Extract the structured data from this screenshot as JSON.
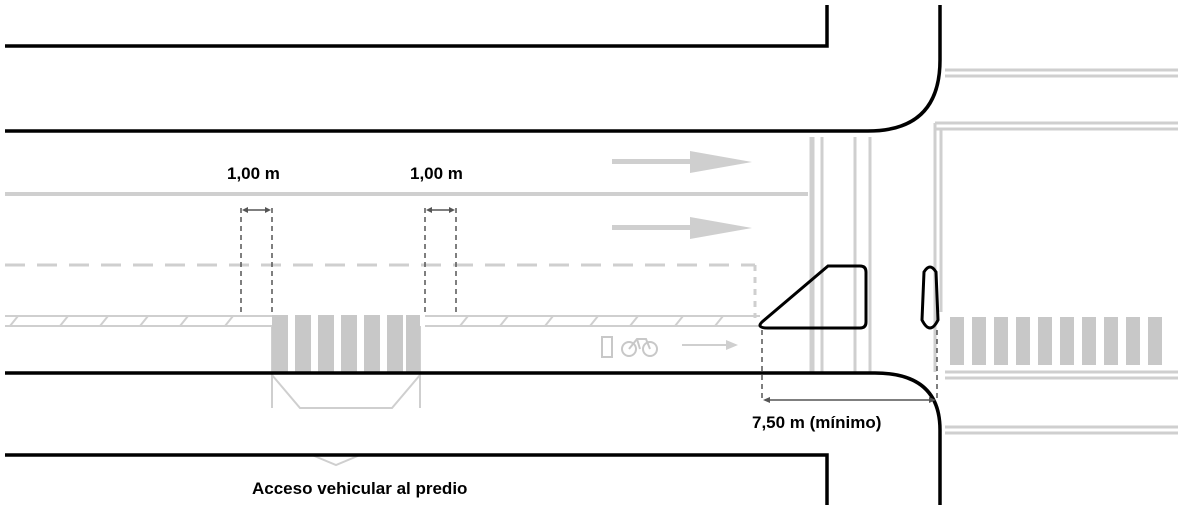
{
  "labels": {
    "spacing_left": "1,00 m",
    "spacing_right": "1,00 m",
    "min_distance": "7,50 m (mínimo)",
    "vehicle_access": "Acceso vehicular al predio"
  },
  "colors": {
    "road_edge": "#000000",
    "marking": "#c8c8c8",
    "dimension": "#555555",
    "island": "#000000"
  }
}
